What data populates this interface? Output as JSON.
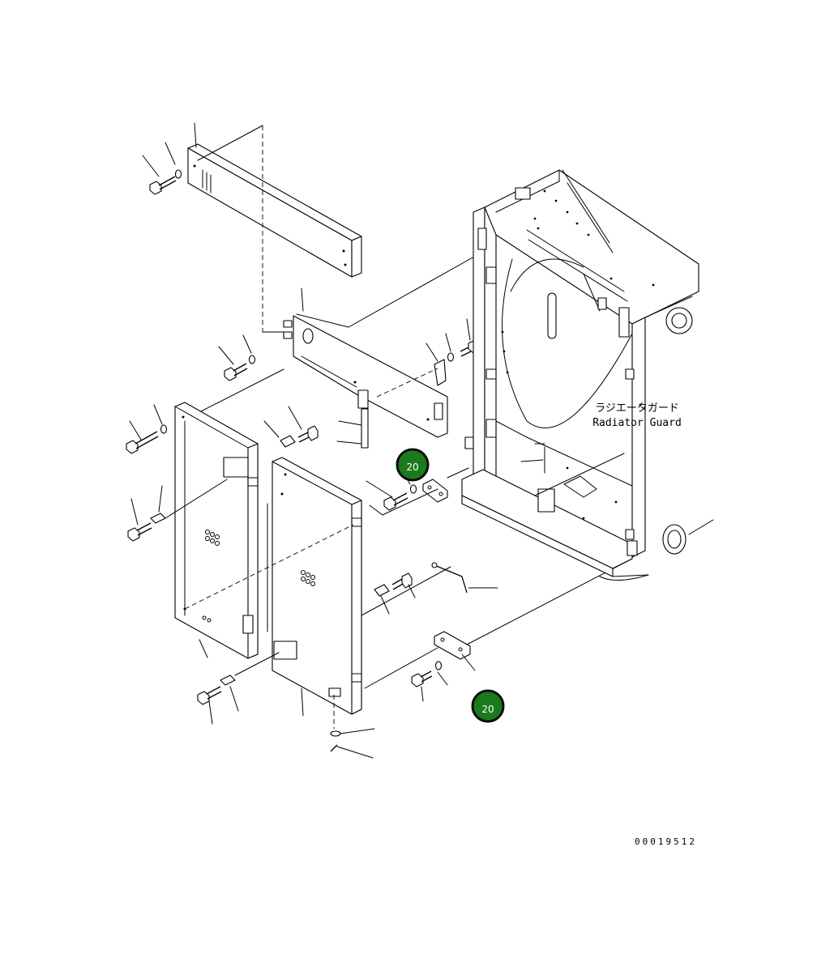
{
  "diagram": {
    "area_label_ja": "ラジエータガード",
    "area_label_en": "Radiator Guard",
    "reference_number": "00019512",
    "highlight_color": "#1b7a1b",
    "callouts": [
      {
        "label": "20"
      },
      {
        "label": "20"
      }
    ]
  }
}
